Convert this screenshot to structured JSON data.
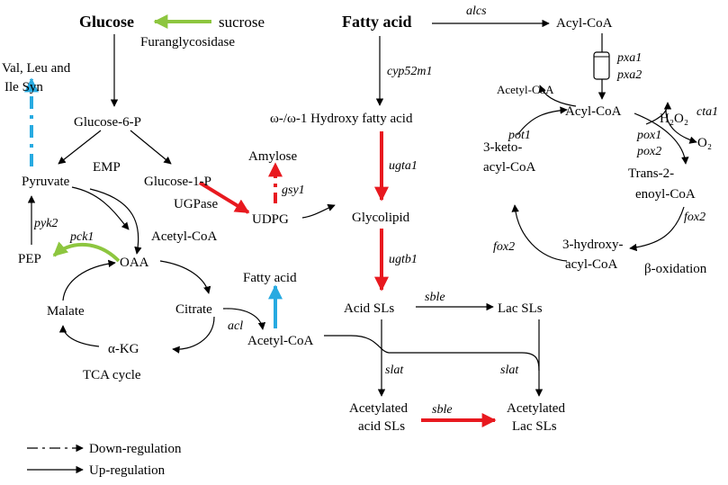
{
  "nodes": {
    "glucose": "Glucose",
    "sucrose": "sucrose",
    "furanglycosidase": "Furanglycosidase",
    "fatty_acid_top": "Fatty acid",
    "val_leu_1": "Val, Leu and",
    "val_leu_2": "Ile Syn",
    "glucose6p": "Glucose-6-P",
    "pyruvate": "Pyruvate",
    "emp": "EMP",
    "glucose1p": "Glucose-1-P",
    "ugpase": "UGPase",
    "udpg": "UDPG",
    "amylose": "Amylose",
    "hydroxy_fa": "ω-/ω-1 Hydroxy fatty acid",
    "glycolipid": "Glycolipid",
    "acetylcoa_1": "Acetyl-CoA",
    "pep": "PEP",
    "oaa": "OAA",
    "malate": "Malate",
    "citrate": "Citrate",
    "akg": "α-KG",
    "tca": "TCA cycle",
    "fatty_acid_mid": "Fatty acid",
    "acetylcoa_2": "Acetyl-CoA",
    "acid_sls": "Acid SLs",
    "lac_sls": "Lac  SLs",
    "acet_acid_1": "Acetylated",
    "acet_acid_2": "acid SLs",
    "acet_lac_1": "Acetylated",
    "acet_lac_2": "Lac SLs",
    "acylcoa_top": "Acyl-CoA",
    "acylcoa_cycle": "Acyl-CoA",
    "acetylcoa_cycle": "Acetyl-CoA",
    "h2o2": "H₂O₂",
    "o2": "O₂",
    "ketoacyl_1": "3-keto-",
    "ketoacyl_2": "acyl-CoA",
    "trans_1": "Trans-2-",
    "trans_2": "enoyl-CoA",
    "hydroxyacyl_1": "3-hydroxy-",
    "hydroxyacyl_2": "acyl-CoA",
    "beta_ox": "β-oxidation"
  },
  "genes": {
    "alcs": "alcs",
    "pxa1": "pxa1",
    "pxa2": "pxa2",
    "cyp52m1": "cyp52m1",
    "ugta1": "ugta1",
    "ugtb1": "ugtb1",
    "gsy1": "gsy1",
    "pyk2": "pyk2",
    "pck1": "pck1",
    "acl": "acl",
    "sble_1": "sble",
    "sble_2": "sble",
    "slat_1": "slat",
    "slat_2": "slat",
    "pot1": "pot1",
    "pox1": "pox1",
    "pox2": "pox2",
    "cta1": "cta1",
    "fox2_1": "fox2",
    "fox2_2": "fox2"
  },
  "legend": {
    "down": "Down-regulation",
    "up": "Up-regulation"
  },
  "colors": {
    "green": "#8dc63f",
    "red": "#e8191f",
    "blue": "#27aae1",
    "black": "#000000"
  }
}
